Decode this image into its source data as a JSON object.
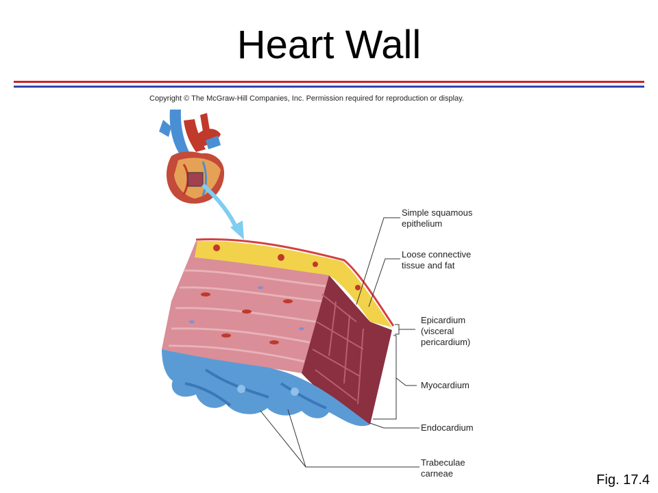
{
  "slide": {
    "title": "Heart Wall",
    "copyright": "Copyright © The McGraw-Hill Companies, Inc. Permission required for reproduction or display.",
    "figure_ref": "Fig. 17.4"
  },
  "labels": {
    "simple_squamous": "Simple squamous\nepithelium",
    "loose_connective": "Loose connective\ntissue and fat",
    "epicardium": "Epicardium\n(visceral\npericardium)",
    "myocardium": "Myocardium",
    "endocardium": "Endocardium",
    "trabeculae": "Trabeculae\ncarneae"
  },
  "colors": {
    "rule_red": "#cc2222",
    "rule_blue": "#3344aa",
    "fat_yellow": "#f2d24a",
    "muscle_pink": "#d9909a",
    "myocardium_dark": "#8a3040",
    "trabeculae_blue": "#5b9bd5",
    "vessel_red": "#c0392b"
  }
}
